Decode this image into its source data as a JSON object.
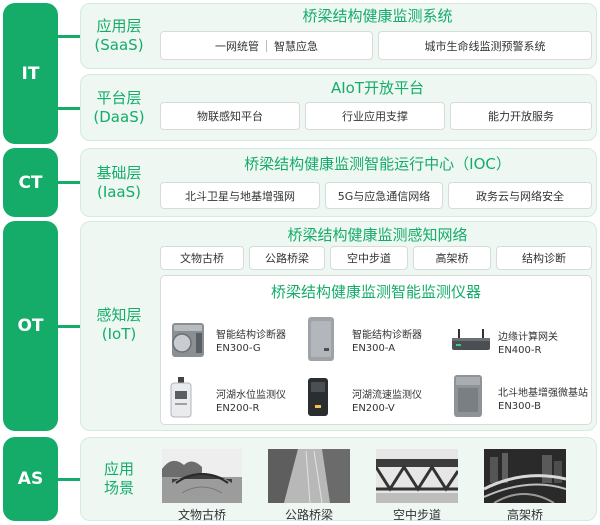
{
  "tiers": {
    "it": "IT",
    "ct": "CT",
    "ot": "OT",
    "as": "AS"
  },
  "saas": {
    "name": "应用层",
    "en": "(SaaS)",
    "title": "桥梁结构健康监测系统",
    "box1_a": "一网统管",
    "box1_b": "智慧应急",
    "box2": "城市生命线监测预警系统"
  },
  "daas": {
    "name": "平台层",
    "en": "(DaaS)",
    "title": "AIoT开放平台",
    "boxes": [
      "物联感知平台",
      "行业应用支撑",
      "能力开放服务"
    ]
  },
  "iaas": {
    "name": "基础层",
    "en": "(IaaS)",
    "title": "桥梁结构健康监测智能运行中心（IOC）",
    "boxes": [
      "北斗卫星与地基增强网",
      "5G与应急通信网络",
      "政务云与网络安全"
    ]
  },
  "iot": {
    "name": "感知层",
    "en": "(IoT)",
    "network_title": "桥梁结构健康监测感知网络",
    "network_boxes": [
      "文物古桥",
      "公路桥梁",
      "空中步道",
      "高架桥",
      "结构诊断"
    ],
    "instrument_title": "桥梁结构健康监测智能监测仪器",
    "devices": [
      {
        "name": "智能结构诊断器",
        "model": "EN300-G"
      },
      {
        "name": "智能结构诊断器",
        "model": "EN300-A"
      },
      {
        "name": "边缘计算网关",
        "model": "EN400-R"
      },
      {
        "name": "河湖水位监测仪",
        "model": "EN200-R"
      },
      {
        "name": "河湖流速监测仪",
        "model": "EN200-V"
      },
      {
        "name": "北斗地基增强微基站",
        "model": "EN300-B"
      }
    ]
  },
  "scene": {
    "name_line1": "应用",
    "name_line2": "场景",
    "items": [
      "文物古桥",
      "公路桥梁",
      "空中步道",
      "高架桥"
    ]
  },
  "colors": {
    "accent": "#15ac6a",
    "panel": "#eef7f2",
    "box_border": "#d6dcd9"
  }
}
